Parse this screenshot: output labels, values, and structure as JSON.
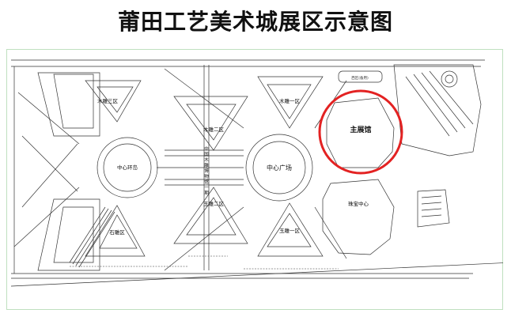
{
  "title": "莆田工艺美术城展区示意图",
  "zones": {
    "woodcarving_3": "木雕三区",
    "woodcarving_1": "木雕一区",
    "woodcarving_2": "木雕二区",
    "jade_2": "玉雕二区",
    "jade_1": "玉雕一区",
    "stone": "石雕区",
    "main_hall": "主展馆",
    "central_plaza": "中心广场",
    "central_ring": "中心环岛",
    "jewelry_center": "珠宝中心",
    "museum": "中国木雕博物馆一期",
    "gate_small": "西区(备用)"
  },
  "colors": {
    "highlight_circle": "#e32222",
    "frame_border": "#bfe0bf",
    "line": "#333333"
  }
}
